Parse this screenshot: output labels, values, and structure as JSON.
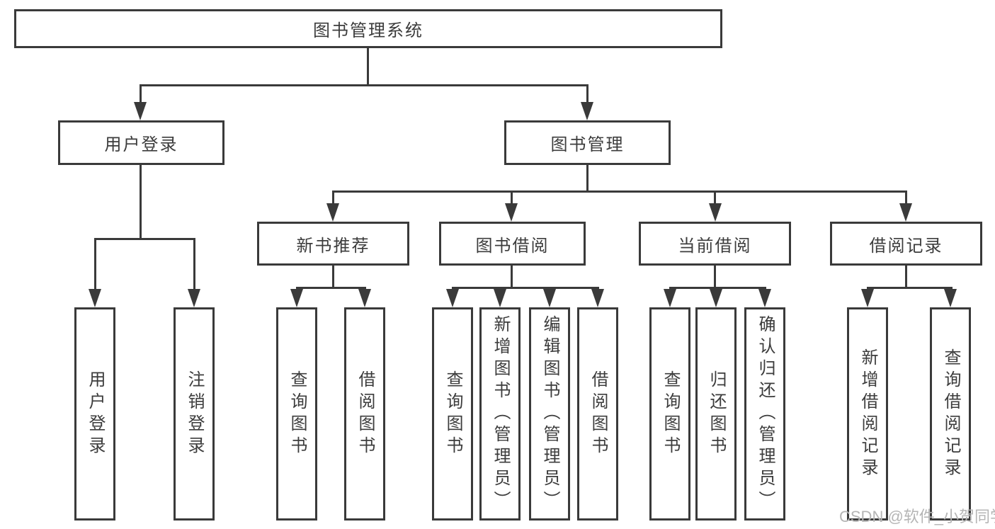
{
  "nodes": {
    "root": "图书管理系统",
    "user_login": "用户登录",
    "book_mgmt": "图书管理",
    "new_books": "新书推荐",
    "book_borrow": "图书借阅",
    "current_borrow": "当前借阅",
    "borrow_records": "借阅记录",
    "leaf_user_login": "用户登录",
    "leaf_logout": "注销登录",
    "leaf_nb_query": "查询图书",
    "leaf_nb_borrow": "借阅图书",
    "leaf_bb_query": "查询图书",
    "leaf_bb_add": "新增图书（管理员）",
    "leaf_bb_edit": "编辑图书（管理员）",
    "leaf_bb_borrow": "借阅图书",
    "leaf_cb_query": "查询图书",
    "leaf_cb_return": "归还图书",
    "leaf_cb_confirm": "确认归还（管理员）",
    "leaf_br_add": "新增借阅记录",
    "leaf_br_query": "查询借阅记录"
  },
  "watermark": "CSDN @软件_小贺同学",
  "colors": {
    "line": "#3a3a3a",
    "text": "#3c3c3c",
    "watermark": "#b5b5b5",
    "background": "#ffffff"
  }
}
